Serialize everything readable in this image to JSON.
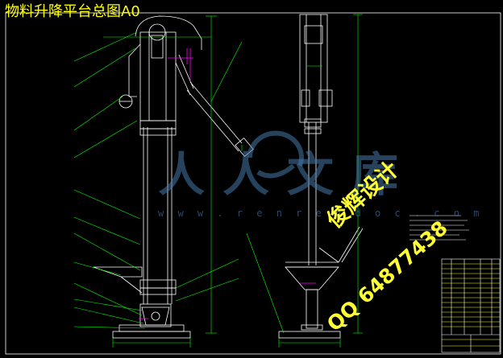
{
  "drawing": {
    "title": "物料升降平台总图A0"
  },
  "watermark": {
    "site_name": "人人文库",
    "url": "w w w . r e n r e n d o c . c o m"
  },
  "overlay": {
    "designer": "俊辉设计",
    "qq": "QQ 64877438"
  },
  "colors": {
    "background": "#000000",
    "line_white": "#ffffff",
    "line_green": "#00ff00",
    "line_magenta": "#ff00ff",
    "text_yellow": "#ffff00",
    "watermark_blue": "#4678aa"
  }
}
